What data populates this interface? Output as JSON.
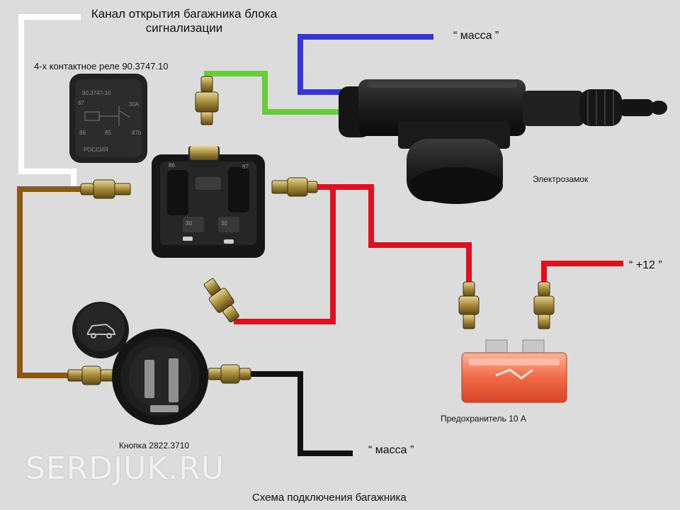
{
  "labels": {
    "alarm_channel_line1": "Канал открытия багажника блока",
    "alarm_channel_line2": "сигнализации",
    "relay": "4-х контактное реле 90.3747.10",
    "mass_top": "“ масса ”",
    "lock": "Электрозамок",
    "plus12": "“ +12 ”",
    "fuse": "Предохранитель 10 А",
    "button": "Кнопка 2822.3710",
    "mass_bottom": "“ масса ”",
    "caption": "Схема подключения багажника"
  },
  "relay_body_text": [
    "90.3747-10",
    "87",
    "30A",
    "86",
    "85",
    "87b",
    "РОССИЯ"
  ],
  "relay_socket_text": [
    "86",
    "87",
    "30",
    "30"
  ],
  "watermark": "SERDJUK.RU",
  "wire_colors": {
    "white": "#ffffff",
    "green": "#66cc3a",
    "blue": "#3a33d6",
    "brown": "#8a5a14",
    "red": "#e01020",
    "black": "#111111"
  },
  "icons": {
    "trunk_button_symbol": "car-trunk-icon"
  }
}
